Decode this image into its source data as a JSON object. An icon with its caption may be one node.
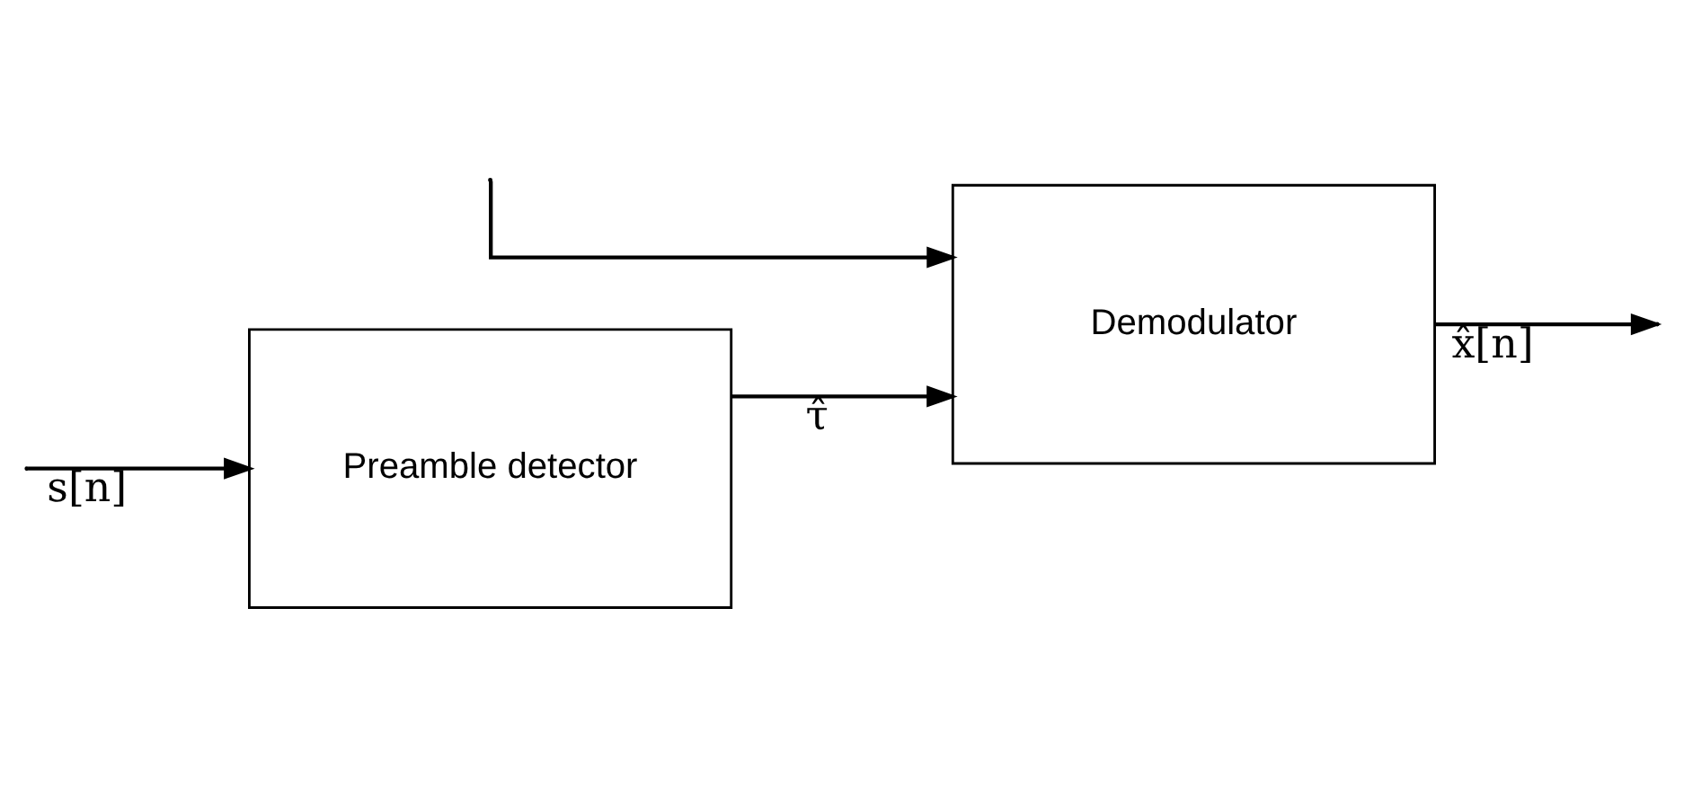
{
  "diagram": {
    "nodes": [
      {
        "text": [
          "Preamble detector"
        ]
      },
      {
        "text": [
          "Demodulator"
        ]
      }
    ],
    "edges": [
      {
        "from": null,
        "to": 0,
        "arrow": "to",
        "label": "s[n]"
      },
      {
        "from": null,
        "to": 1,
        "arrow": "to"
      },
      {
        "from": 0,
        "to": 1,
        "arrow": "to",
        "label": "τ̂"
      },
      {
        "from": 1,
        "to": null,
        "arrow": "to",
        "label": "x̂[n]"
      }
    ]
  }
}
